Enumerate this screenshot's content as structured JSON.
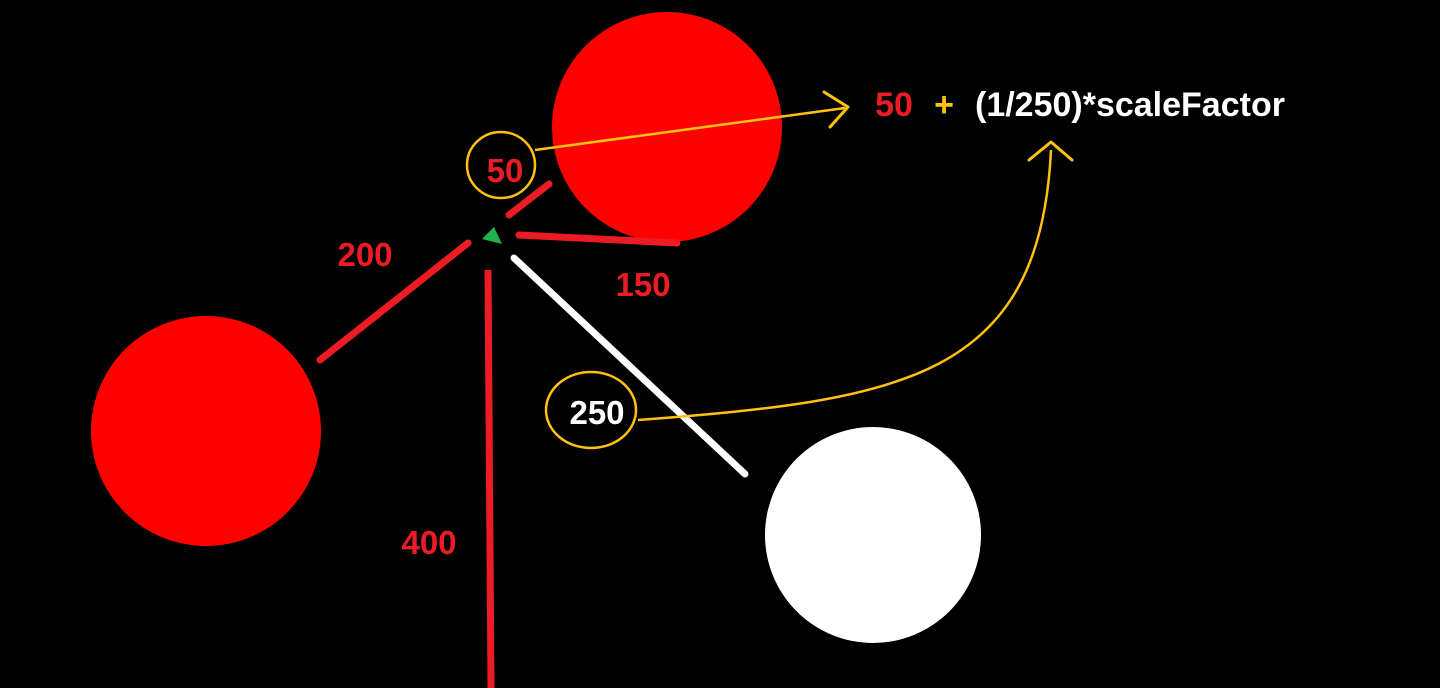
{
  "colors": {
    "background": "#000000",
    "red": "#ff0000",
    "red_text": "#ed1c24",
    "white": "#ffffff",
    "orange": "#ffc20e",
    "green": "#22b14c"
  },
  "distances": {
    "d50": "50",
    "d150": "150",
    "d200": "200",
    "d250": "250",
    "d400": "400"
  },
  "formula": {
    "term1": "50",
    "operator": "+",
    "term2": "(1/250)*scaleFactor"
  }
}
